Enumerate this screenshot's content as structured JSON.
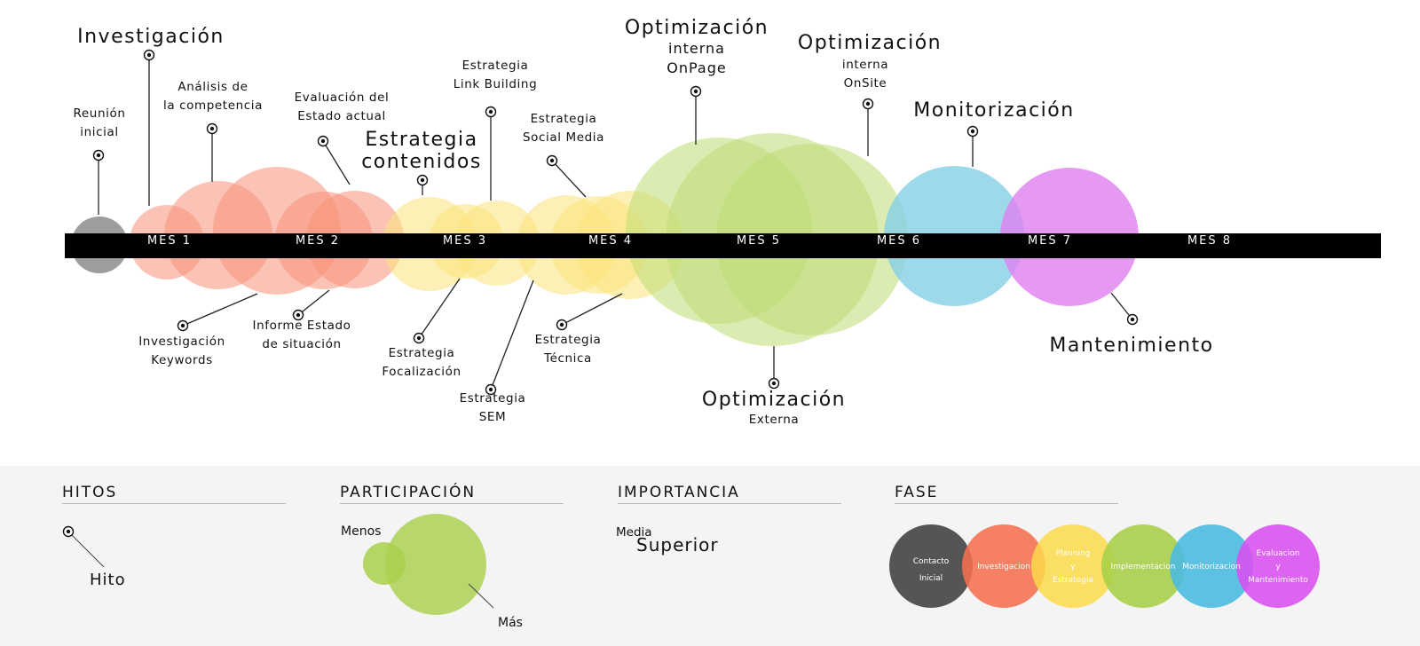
{
  "months": [
    "MES  1",
    "MES  2",
    "MES  3",
    "MES  4",
    "MES  5",
    "MES  6",
    "MES  7",
    "MES  8"
  ],
  "labels": {
    "reunion": "Reunión\ninicial",
    "investigacion": "Investigación",
    "analisis": "Análisis de\nla competencia",
    "evaluacion": "Evaluación del\nEstado actual",
    "estrategia_contenidos": "Estrategia\ncontenidos",
    "link_building": "Estrategia\nLink Building",
    "social_media": "Estrategia\nSocial Media",
    "onpage_title": "Optimización",
    "onpage_sub": "interna\nOnPage",
    "onsite_title": "Optimización",
    "onsite_sub": "interna\nOnSite",
    "monitorizacion": "Monitorización",
    "investigacion_keywords": "Investigación\nKeywords",
    "informe": "Informe Estado\nde situación",
    "focalizacion": "Estrategia\nFocalización",
    "sem": "Estrategia\nSEM",
    "tecnica": "Estrategia\nTécnica",
    "externa_title": "Optimización",
    "externa_sub": "Externa",
    "mantenimiento": "Mantenimiento"
  },
  "legend": {
    "hitos": {
      "heading": "HITOS",
      "item": "Hito"
    },
    "participacion": {
      "heading": "PARTICIPACIÓN",
      "menos": "Menos",
      "mas": "Más"
    },
    "importancia": {
      "heading": "IMPORTANCIA",
      "media": "Media",
      "superior": "Superior"
    },
    "fase": {
      "heading": "FASE",
      "phases": [
        {
          "label": "Contacto\nInicial",
          "color": "#555555"
        },
        {
          "label": "Investigacion",
          "color": "#f5704f"
        },
        {
          "label": "Planning\ny\nEstrategia",
          "color": "#fbd94a"
        },
        {
          "label": "Implementacion",
          "color": "#a8d04a"
        },
        {
          "label": "Monitorizacion",
          "color": "#4bbbe0"
        },
        {
          "label": "Evaluacion\ny\nMantenimiento",
          "color": "#d94ef0"
        }
      ]
    }
  },
  "colors": {
    "timeline_bar": "#000000",
    "contacto": "#8c8c8c",
    "investigacion": "#f8917a",
    "planning": "#fbe47a",
    "implementacion": "#bedd74",
    "monitorizacion": "#86cfe6",
    "mantenimiento": "#df7ff0"
  }
}
